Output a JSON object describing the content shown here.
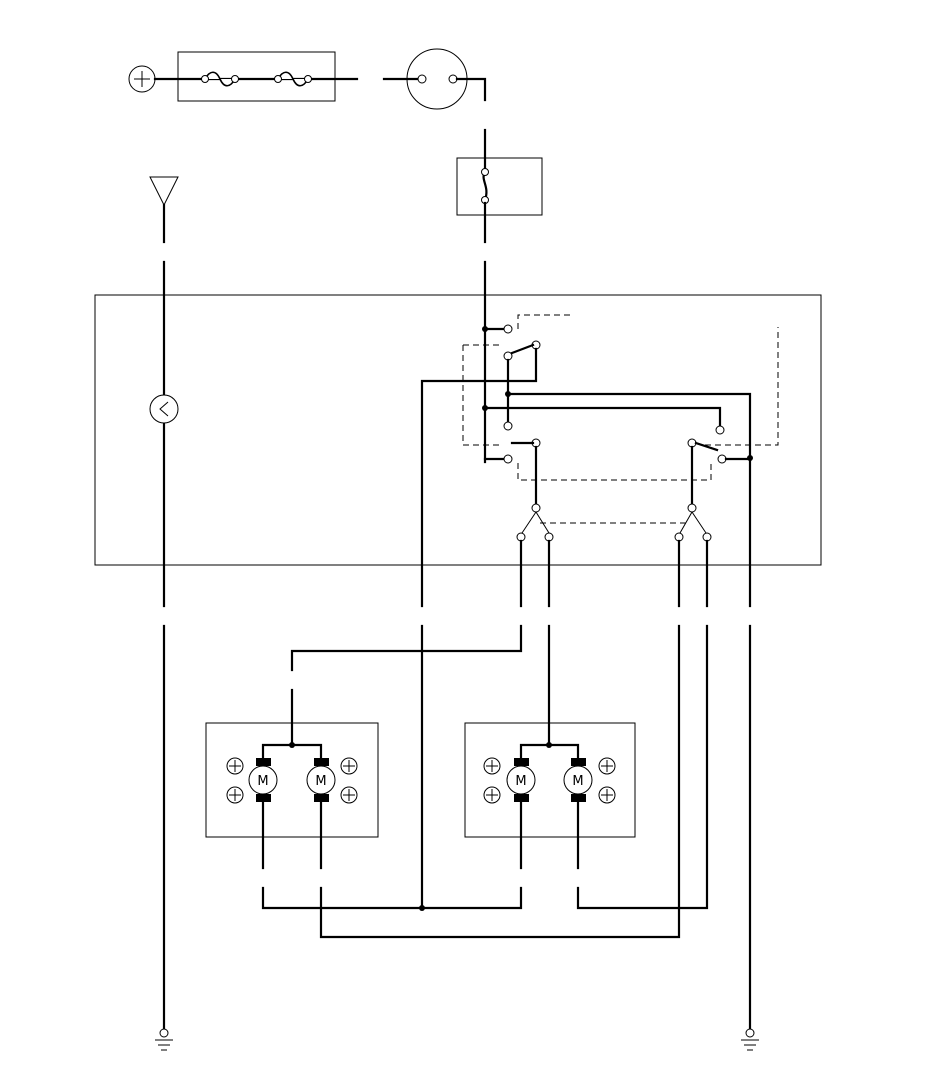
{
  "diagram": {
    "type": "wiring-schematic",
    "components": [
      {
        "name": "battery-positive",
        "symbol": "plus-circle-icon"
      },
      {
        "name": "fuse-block",
        "symbol": "fuse-icon"
      },
      {
        "name": "ignition-switch",
        "symbol": "switch-circle-icon"
      },
      {
        "name": "circuit-breaker",
        "symbol": "breaker-icon"
      },
      {
        "name": "antenna",
        "symbol": "antenna-icon"
      },
      {
        "name": "control-module",
        "symbol": "module-box"
      },
      {
        "name": "left-motor-assembly",
        "symbol": "motor-icon"
      },
      {
        "name": "right-motor-assembly",
        "symbol": "motor-icon"
      },
      {
        "name": "ground-left",
        "symbol": "ground-icon"
      },
      {
        "name": "ground-right",
        "symbol": "ground-icon"
      }
    ],
    "motor_label": "M"
  }
}
